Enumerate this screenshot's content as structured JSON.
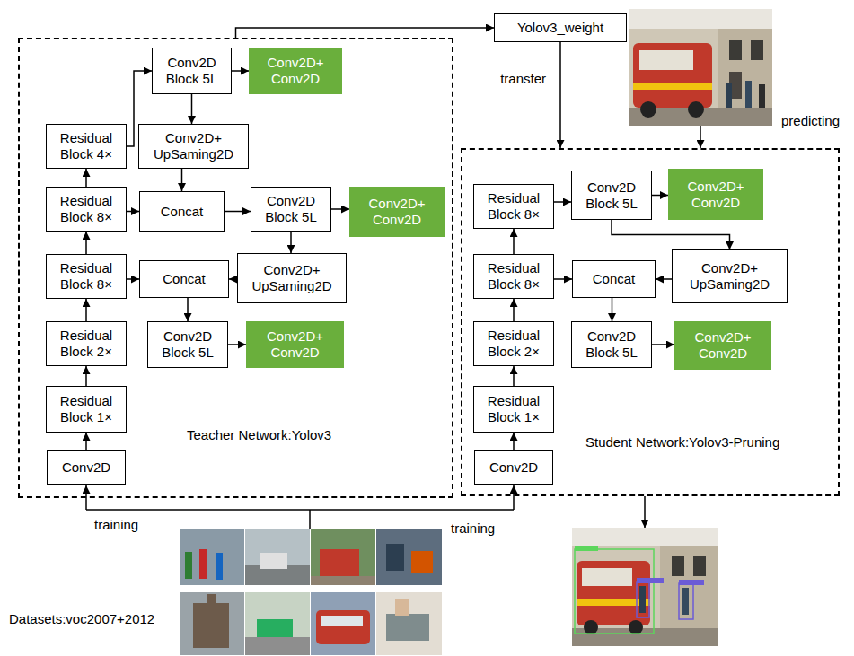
{
  "diagram": {
    "nodes": [
      {
        "text": [
          "Teacher Network:Yolov3"
        ]
      },
      {
        "text": [
          "Conv2D Block 5L"
        ],
        "in": 0
      },
      {
        "text": [
          "Conv2D+ Conv2D"
        ],
        "in": 0
      },
      {
        "text": [
          "Residual Block 4×"
        ],
        "in": 0
      },
      {
        "text": [
          "Conv2D+ UpSaming2D"
        ],
        "in": 0
      },
      {
        "text": [
          "Residual Block 8×"
        ],
        "in": 0
      },
      {
        "text": [
          "Concat"
        ],
        "in": 0
      },
      {
        "text": [
          "Conv2D Block 5L"
        ],
        "in": 0
      },
      {
        "text": [
          "Conv2D+ Conv2D"
        ],
        "in": 0
      },
      {
        "text": [
          "Residual Block 8×"
        ],
        "in": 0
      },
      {
        "text": [
          "Concat"
        ],
        "in": 0
      },
      {
        "text": [
          "Conv2D+ UpSaming2D"
        ],
        "in": 0
      },
      {
        "text": [
          "Residual Block 2×"
        ],
        "in": 0
      },
      {
        "text": [
          "Conv2D Block 5L"
        ],
        "in": 0
      },
      {
        "text": [
          "Conv2D+ Conv2D"
        ],
        "in": 0
      },
      {
        "text": [
          "Residual Block 1×"
        ],
        "in": 0
      },
      {
        "text": [
          "Conv2D"
        ],
        "in": 0
      },
      {
        "text": [
          "Yolov3_weight"
        ]
      },
      {
        "text": [
          "Student Network:Yolov3-Pruning"
        ]
      },
      {
        "text": [
          "Residual Block 8×"
        ],
        "in": 18
      },
      {
        "text": [
          "Conv2D Block 5L"
        ],
        "in": 18
      },
      {
        "text": [
          "Conv2D+ Conv2D"
        ],
        "in": 18
      },
      {
        "text": [
          "Residual Block 8×"
        ],
        "in": 18
      },
      {
        "text": [
          "Concat"
        ],
        "in": 18
      },
      {
        "text": [
          "Conv2D+ UpSaming2D"
        ],
        "in": 18
      },
      {
        "text": [
          "Residual Block 2×"
        ],
        "in": 18
      },
      {
        "text": [
          "Conv2D Block 5L"
        ],
        "in": 18
      },
      {
        "text": [
          "Conv2D+ Conv2D"
        ],
        "in": 18
      },
      {
        "text": [
          "Residual Block 1×"
        ],
        "in": 18
      },
      {
        "text": [
          "Conv2D"
        ],
        "in": 18
      }
    ],
    "edges": [
      {
        "from": 16,
        "to": 15,
        "arrow": "to"
      },
      {
        "from": 15,
        "to": 12,
        "arrow": "to"
      },
      {
        "from": 12,
        "to": 9,
        "arrow": "to"
      },
      {
        "from": 9,
        "to": 5,
        "arrow": "to"
      },
      {
        "from": 5,
        "to": 3,
        "arrow": "to"
      },
      {
        "from": 3,
        "to": 1,
        "arrow": "to"
      },
      {
        "from": 1,
        "to": 2,
        "arrow": "to"
      },
      {
        "from": 1,
        "to": 4,
        "arrow": "to"
      },
      {
        "from": 4,
        "to": 6,
        "arrow": "to"
      },
      {
        "from": 5,
        "to": 6,
        "arrow": "to"
      },
      {
        "from": 6,
        "to": 7,
        "arrow": "to"
      },
      {
        "from": 7,
        "to": 8,
        "arrow": "to"
      },
      {
        "from": 7,
        "to": 11,
        "arrow": "to"
      },
      {
        "from": 11,
        "to": 10,
        "arrow": "to"
      },
      {
        "from": 9,
        "to": 10,
        "arrow": "to"
      },
      {
        "from": 10,
        "to": 13,
        "arrow": "to"
      },
      {
        "from": 13,
        "to": 14,
        "arrow": "to"
      },
      {
        "from": 0,
        "to": 17,
        "arrow": "to"
      },
      {
        "from": 17,
        "to": 18,
        "label": "transfer",
        "arrow": "to"
      },
      {
        "from": 29,
        "to": 28,
        "arrow": "to"
      },
      {
        "from": 28,
        "to": 25,
        "arrow": "to"
      },
      {
        "from": 25,
        "to": 22,
        "arrow": "to"
      },
      {
        "from": 22,
        "to": 19,
        "arrow": "to"
      },
      {
        "from": 19,
        "to": 20,
        "arrow": "to"
      },
      {
        "from": 20,
        "to": 21,
        "arrow": "to"
      },
      {
        "from": 20,
        "to": 24,
        "arrow": "to"
      },
      {
        "from": 24,
        "to": 23,
        "arrow": "to"
      },
      {
        "from": 22,
        "to": 23,
        "arrow": "to"
      },
      {
        "from": 23,
        "to": 26,
        "arrow": "to"
      },
      {
        "from": 26,
        "to": 27,
        "arrow": "to"
      }
    ],
    "labels": [
      "predicting",
      "training",
      "training",
      "Datasets:voc2007+2012"
    ]
  }
}
